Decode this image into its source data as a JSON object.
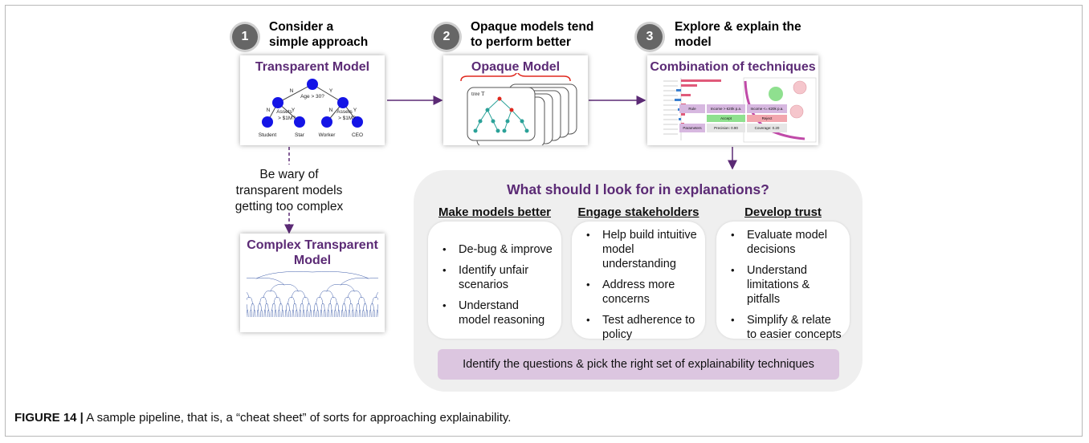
{
  "steps": [
    {
      "number": "1",
      "label_line1": "Consider a",
      "label_line2": "simple approach"
    },
    {
      "number": "2",
      "label_line1": "Opaque models tend",
      "label_line2": "to perform better"
    },
    {
      "number": "3",
      "label_line1": "Explore & explain the",
      "label_line2": "model"
    }
  ],
  "cards": {
    "transparent": {
      "title": "Transparent Model",
      "root_question": "Age > 30?",
      "left_branch": "N",
      "right_branch": "Y",
      "left_question_line1": "Assets",
      "left_question_line2": "> $1M?",
      "right_question_line1": "Assets",
      "right_question_line2": "> $1M?",
      "leaves": [
        "Student",
        "Star",
        "Worker",
        "CEO"
      ]
    },
    "opaque": {
      "title": "Opaque Model",
      "tree_label": "tree T"
    },
    "combination": {
      "title": "Combination of techniques",
      "rule_cells": [
        {
          "text": "Rule",
          "color": "#d7b8e0"
        },
        {
          "text": "Income > €20k p.a.",
          "color": "#d7b8e0"
        },
        {
          "text": "Income <= €20k p.a.",
          "color": "#d7b8e0"
        },
        {
          "text": "Accept",
          "color": "#8fe08f"
        },
        {
          "text": "Reject",
          "color": "#f2a6ae"
        },
        {
          "text": "Parameters",
          "color": "#d7b8e0"
        },
        {
          "text": "Precision: 0.90",
          "color": "#e6e6e6"
        },
        {
          "text": "Coverage: 0.20",
          "color": "#e6e6e6"
        }
      ]
    },
    "complex": {
      "title_line1": "Complex Transparent",
      "title_line2": "Model"
    }
  },
  "warning": {
    "line1": "Be wary of",
    "line2": "transparent models",
    "line3": "getting too complex"
  },
  "panel": {
    "title": "What should I look for in explanations?",
    "columns": [
      {
        "heading": "Make models better",
        "items": [
          "De-bug & improve",
          "Identify unfair scenarios",
          "Understand model reasoning"
        ]
      },
      {
        "heading": "Engage stakeholders",
        "items": [
          "Help build intuitive model understanding",
          "Address more concerns",
          "Test adherence to policy"
        ]
      },
      {
        "heading": "Develop trust",
        "items": [
          "Evaluate model decisions",
          "Understand limitations & pitfalls",
          "Simplify & relate to easier concepts"
        ]
      }
    ],
    "bottom_bar": "Identify the questions & pick the right set of explainability techniques"
  },
  "caption": {
    "label": "FIGURE 14 |",
    "text": " A sample pipeline, that is, a “cheat sheet” of sorts for approaching explainability."
  },
  "colors": {
    "accent_purple": "#5b2a75",
    "node_blue": "#1414e6",
    "panel_gray": "#efefef",
    "bar_lilac": "#dcc6e0",
    "opaque_red": "#e0281e",
    "tree_teal": "#2aa198"
  }
}
